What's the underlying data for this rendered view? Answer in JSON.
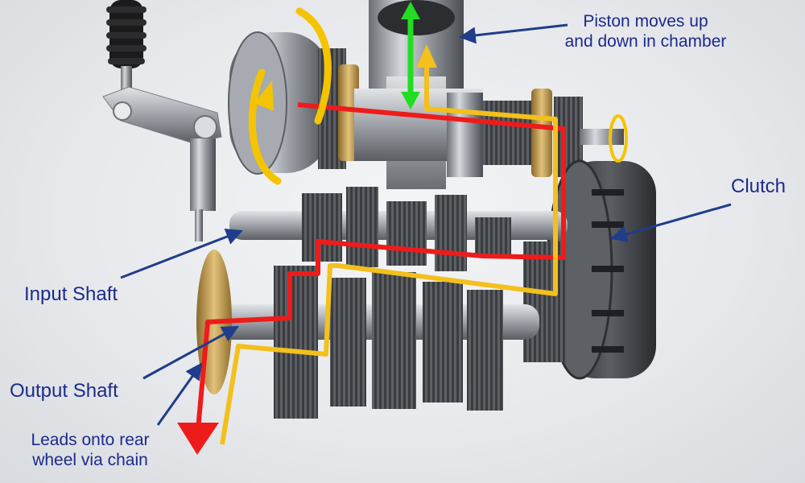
{
  "labels": {
    "piston_line1": "Piston moves up",
    "piston_line2": "and down in chamber",
    "clutch": "Clutch",
    "input_shaft": "Input Shaft",
    "output_shaft": "Output Shaft",
    "rear_line1": "Leads onto rear",
    "rear_line2": "wheel via chain"
  },
  "colors": {
    "label_text": "#1c2a8c",
    "leader_line": "#1f3d8a",
    "power_path_red": "#ee1b1b",
    "power_path_yellow": "#f3c01c",
    "piston_motion_green": "#22dd22",
    "rotation_arrow": "#f5c400",
    "metal_dark": "#3c3f44",
    "metal_light": "#c9ccd1",
    "brass": "#c9a24a",
    "rubber_boot": "#1a1a1a"
  },
  "icons": {
    "engine": "gearbox-cutaway-illustration",
    "rotation": "circular-arrow-icon",
    "motion": "double-headed-arrow-icon"
  }
}
